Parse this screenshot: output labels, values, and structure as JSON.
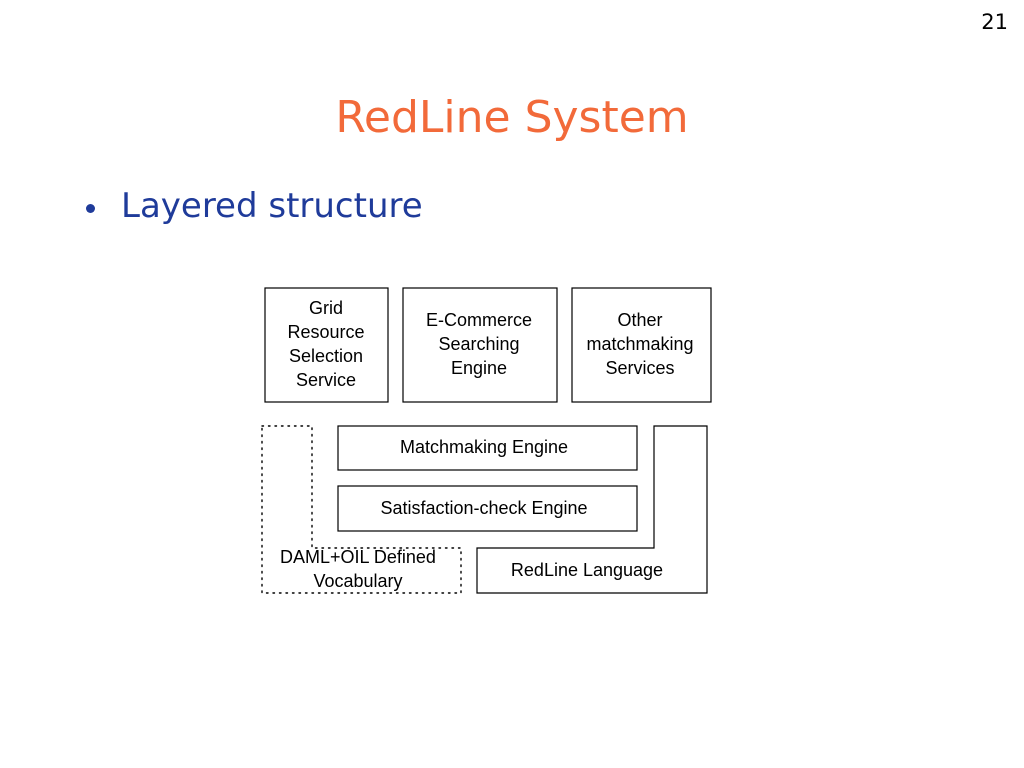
{
  "slide": {
    "page_number": "21",
    "title": "RedLine System",
    "bullets": [
      "Layered structure"
    ]
  },
  "colors": {
    "title": "#f26a3a",
    "bullet": "#1f3b9a",
    "box_border": "#000000"
  },
  "diagram": {
    "top_services": [
      {
        "lines": [
          "Grid",
          "Resource",
          "Selection",
          "Service"
        ]
      },
      {
        "lines": [
          "E-Commerce",
          "Searching",
          "Engine"
        ]
      },
      {
        "lines": [
          "Other",
          "matchmaking",
          "Services"
        ]
      }
    ],
    "matchmaking_engine": "Matchmaking Engine",
    "satisfaction_engine": "Satisfaction-check Engine",
    "vocabulary": {
      "lines": [
        "DAML+OIL Defined",
        "Vocabulary"
      ]
    },
    "redline_language": "RedLine Language"
  }
}
